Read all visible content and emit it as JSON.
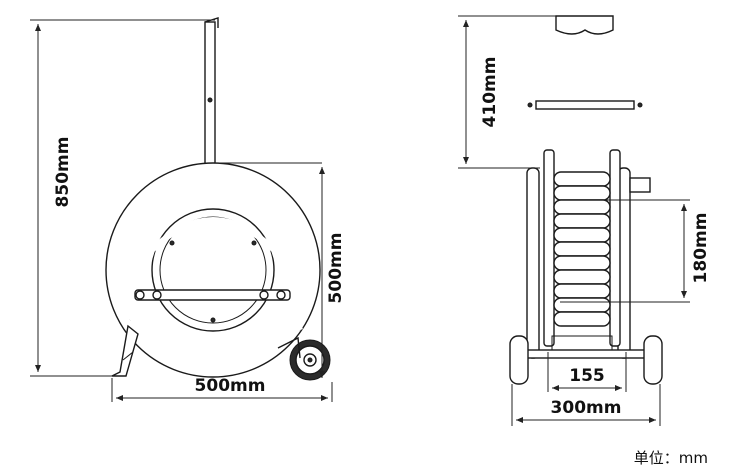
{
  "labels": {
    "side_height": "850mm",
    "side_drum_diameter": "500mm",
    "side_width": "500mm",
    "front_handle_height": "410mm",
    "front_coil_height": "180mm",
    "front_inner_width": "155",
    "front_total_width": "300mm",
    "unit_note": "单位：mm"
  }
}
